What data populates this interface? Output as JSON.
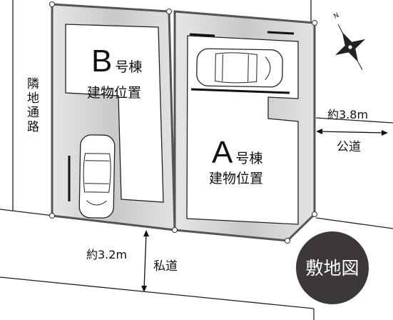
{
  "lot_b": {
    "letter": "B",
    "suffix": "号棟",
    "label": "建物位置"
  },
  "lot_a": {
    "letter": "A",
    "suffix": "号棟",
    "label": "建物位置"
  },
  "side_path": {
    "label": "隣地通路"
  },
  "public_road": {
    "width": "約3.8m",
    "label": "公道"
  },
  "private_road": {
    "width": "約3.2m",
    "label": "私道"
  },
  "badge": {
    "label": "敷地図"
  },
  "compass": {
    "north": "N"
  },
  "colors": {
    "lot_fill": "#cfcfcf",
    "outline": "#222222",
    "badge": "#3b3837"
  }
}
